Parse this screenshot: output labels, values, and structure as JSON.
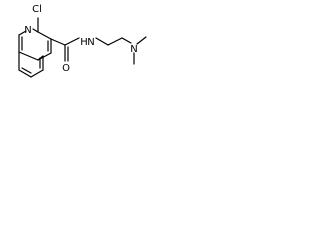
{
  "molecule": {
    "atoms": {
      "cl": "Cl",
      "o": "O",
      "n_ring": "N",
      "n_amide": "N",
      "h_amide": "H",
      "n_amine": "N"
    }
  }
}
